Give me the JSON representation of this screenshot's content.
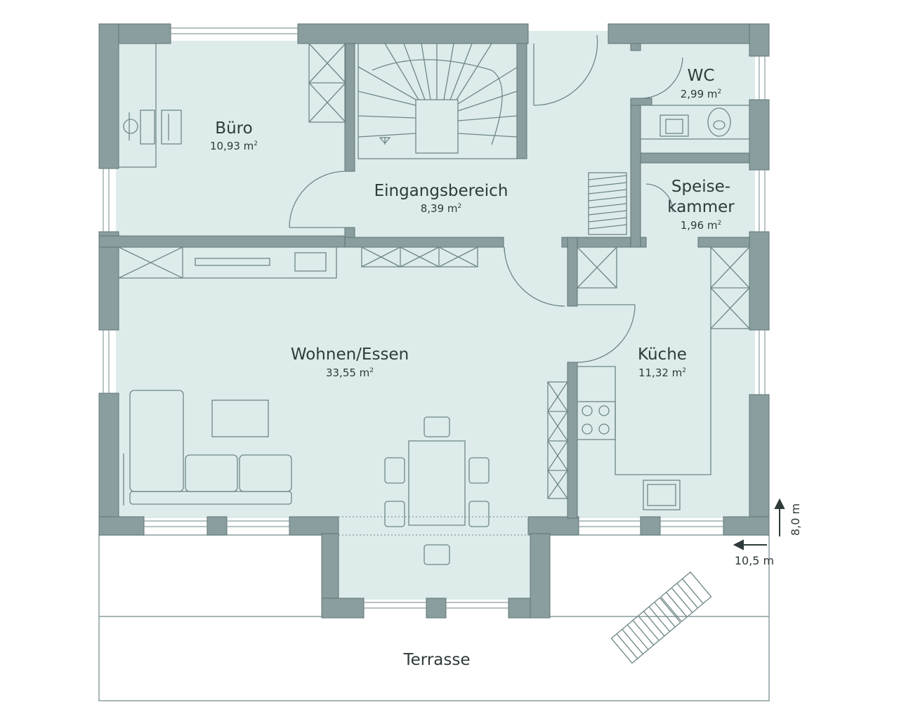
{
  "rooms": {
    "buero": {
      "name": "Büro",
      "area": "10,93 m",
      "sup": "2"
    },
    "eingang": {
      "name": "Eingangsbereich",
      "area": "8,39 m",
      "sup": "2"
    },
    "wc": {
      "name": "WC",
      "area": "2,99 m",
      "sup": "2"
    },
    "speise": {
      "name_line1": "Speise-",
      "name_line2": "kammer",
      "area": "1,96 m",
      "sup": "2"
    },
    "wohnen": {
      "name": "Wohnen/Essen",
      "area": "33,55 m",
      "sup": "2"
    },
    "kueche": {
      "name": "Küche",
      "area": "11,32 m",
      "sup": "2"
    },
    "terrasse": {
      "name": "Terrasse"
    }
  },
  "dimensions": {
    "depth": "8,0 m",
    "width": "10,5 m"
  },
  "colors": {
    "wall": "#8a9e9f",
    "wall_stroke": "#5f7475",
    "floor": "#ddeceb",
    "line": "#6f8586",
    "terrace_line": "#8a9e9f"
  }
}
